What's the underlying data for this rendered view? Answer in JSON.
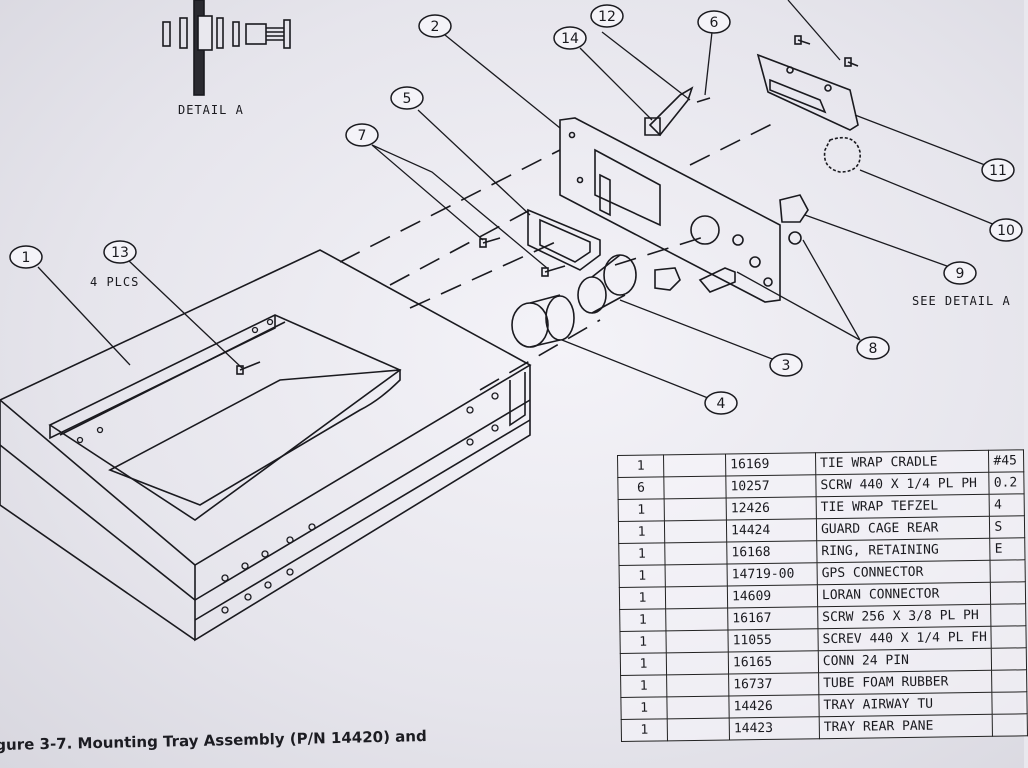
{
  "detail": {
    "label": "DETAIL A",
    "plcs_note": "4 PLCS",
    "see_detail": "SEE DETAIL A"
  },
  "callouts": [
    "1",
    "2",
    "3",
    "4",
    "5",
    "6",
    "7",
    "8",
    "9",
    "10",
    "11",
    "12",
    "13",
    "14"
  ],
  "caption": "igure 3-7.  Mounting Tray Assembly (P/N 14420) and",
  "parts_table": {
    "rows": [
      {
        "qty": "1",
        "pn": "16169",
        "desc": "TIE WRAP  CRADLE",
        "ext": "#45"
      },
      {
        "qty": "6",
        "pn": "10257",
        "desc": "SCRW 440 X 1/4 PL PH",
        "ext": "0.2"
      },
      {
        "qty": "1",
        "pn": "12426",
        "desc": "TIE WRAP TEFZEL",
        "ext": "4"
      },
      {
        "qty": "1",
        "pn": "14424",
        "desc": "GUARD CAGE REAR",
        "ext": "S"
      },
      {
        "qty": "1",
        "pn": "16168",
        "desc": "RING, RETAINING",
        "ext": "E"
      },
      {
        "qty": "1",
        "pn": "14719-00",
        "desc": "GPS CONNECTOR",
        "ext": ""
      },
      {
        "qty": "1",
        "pn": "14609",
        "desc": "LORAN CONNECTOR",
        "ext": ""
      },
      {
        "qty": "1",
        "pn": "16167",
        "desc": "SCRW 256 X 3/8 PL PH",
        "ext": ""
      },
      {
        "qty": "1",
        "pn": "11055",
        "desc": "SCREV 440 X 1/4 PL FH",
        "ext": ""
      },
      {
        "qty": "1",
        "pn": "16165",
        "desc": "CONN 24 PIN",
        "ext": ""
      },
      {
        "qty": "1",
        "pn": "16737",
        "desc": "TUBE FOAM RUBBER",
        "ext": ""
      },
      {
        "qty": "1",
        "pn": "14426",
        "desc": "TRAY AIRWAY TU",
        "ext": ""
      },
      {
        "qty": "1",
        "pn": "14423",
        "desc": "TRAY REAR PANE",
        "ext": ""
      }
    ]
  }
}
